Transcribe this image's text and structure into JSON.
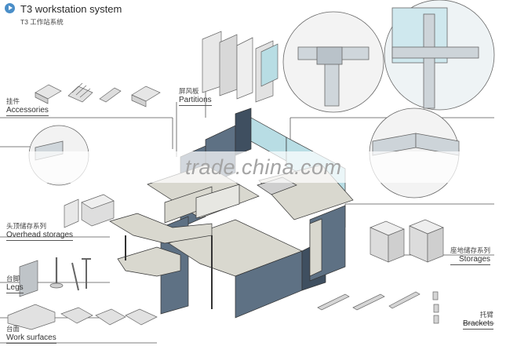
{
  "header": {
    "title": "T3 workstation system",
    "subtitle": "T3 工作站系统"
  },
  "labels": {
    "accessories": {
      "cn": "挂件",
      "en": "Accessories"
    },
    "partitions": {
      "cn": "屏风板",
      "en": "Partitions"
    },
    "overhead_storages": {
      "cn": "头顶储存系列",
      "en": "Overhead storages"
    },
    "legs": {
      "cn": "台脚",
      "en": "Legs"
    },
    "work_surfaces": {
      "cn": "台面",
      "en": "Work surfaces"
    },
    "storages": {
      "cn": "座地储存系列",
      "en": "Storages"
    },
    "brackets": {
      "cn": "托臂",
      "en": "Brackets"
    }
  },
  "watermark": "trade.china.com",
  "colors": {
    "panel": "#5e7184",
    "panel_dark": "#3f4f60",
    "worktop": "#d9d8cf",
    "glass": "#b8dde4",
    "line": "#555555"
  }
}
